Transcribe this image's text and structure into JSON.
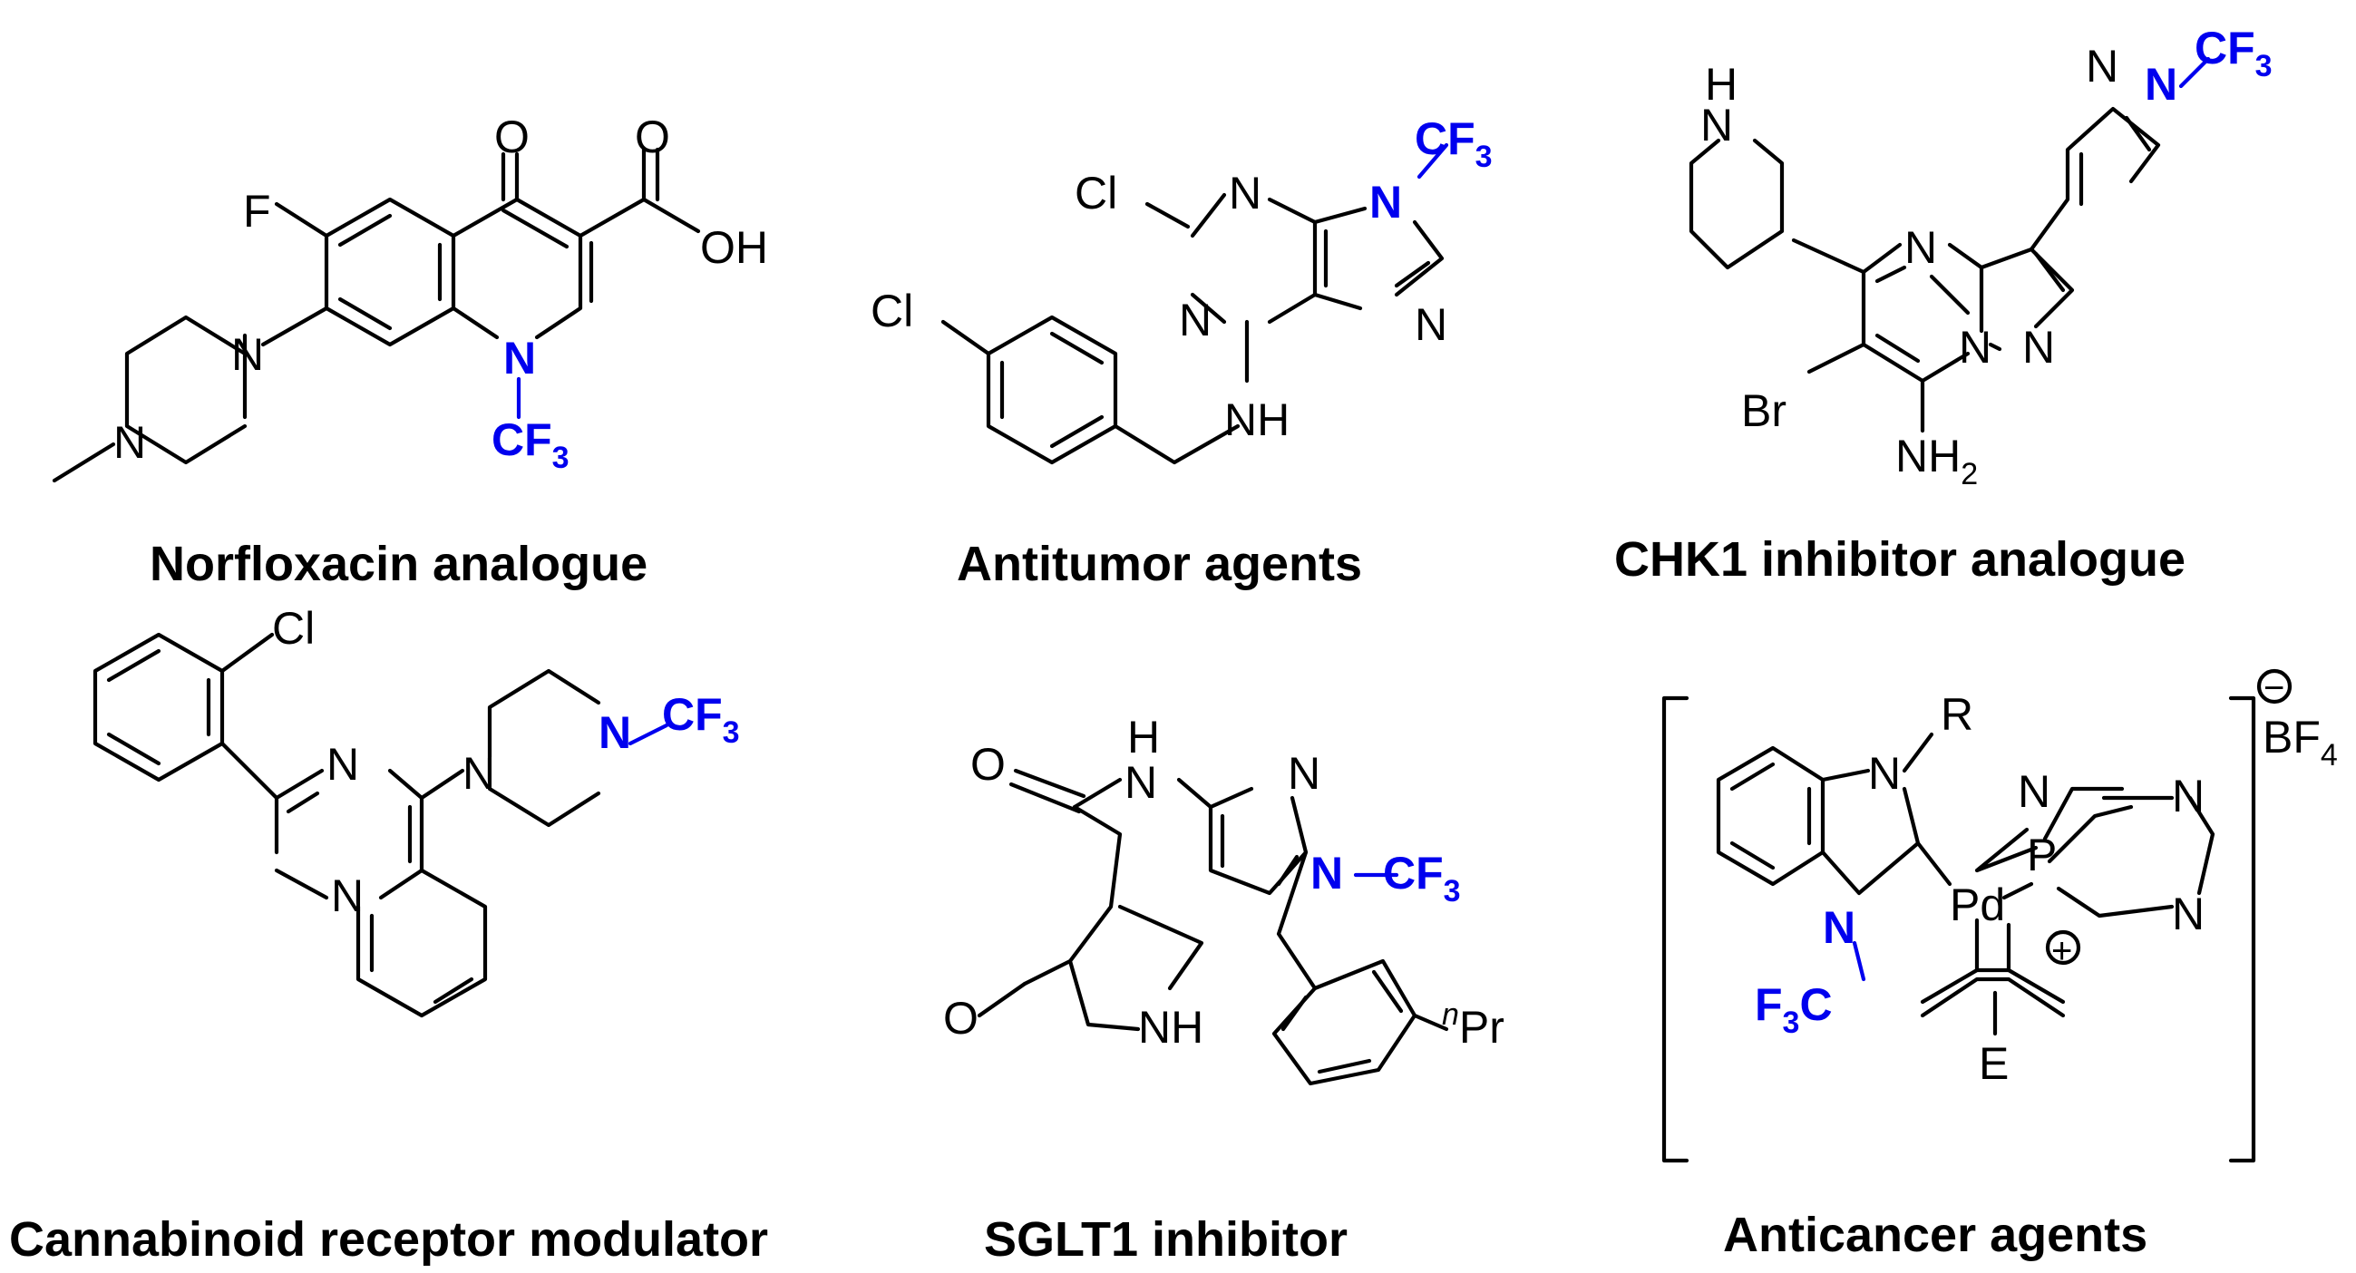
{
  "atoms": {
    "O": "O",
    "OH": "OH",
    "F": "F",
    "N": "N",
    "CF": "CF",
    "three": "3",
    "Cl": "Cl",
    "NH": "NH",
    "H": "H",
    "Br": "Br",
    "NH2": "NH",
    "two": "2",
    "R": "R",
    "P": "P",
    "Pd": "Pd",
    "F3C": "F",
    "C": "C",
    "BF": "BF",
    "four": "4",
    "E": "E",
    "Pr": "Pr",
    "n": "n",
    "minus": "−",
    "plus": "+"
  },
  "captions": {
    "c1": "Norfloxacin analogue",
    "c2": "Antitumor agents",
    "c3": "CHK1 inhibitor analogue",
    "c4": "Cannabinoid receptor modulator",
    "c5": "SGLT1 inhibitor",
    "c6": "Anticancer agents"
  },
  "colors": {
    "bonds": "#000000",
    "cf3_highlight": "#0000ee"
  }
}
